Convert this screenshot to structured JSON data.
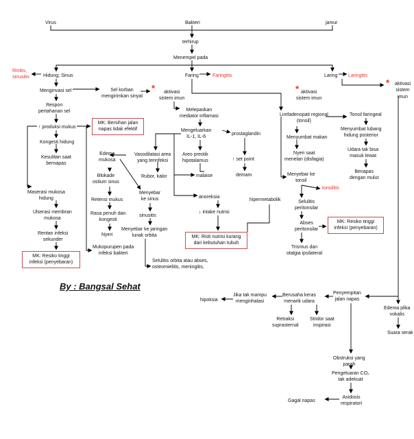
{
  "nodes": {
    "virus": "Virus",
    "bakteri": "Bakteri",
    "jamur": "jamur",
    "terhirup": "terhirup",
    "menempel": "Menempel pada",
    "rinitis": "Rinitis,\nsinusitis",
    "hidung": "Hidung; Sinus",
    "faring": "Faring",
    "faringitis": "Faringitis",
    "laring": "Laring",
    "laringitis": "Laringitis",
    "menginvasi": "Menginvasi sel",
    "sel_korban": "Sel korban\nmengirimkan  sinyal",
    "aktivasi1": "aktivasi\nsistem imun",
    "aktivasi2": "aktivasi\nsistem imun",
    "aktivasi3": "aktivasi\nsistem imun",
    "respon": "Respon\npertahanan sel",
    "produksi": "↑ produksi mukus",
    "mk_bersihan": "MK: Bersihan jalan\nnapas tidak efektif",
    "kongesti": "Kongesti hidung",
    "kesulitan": "Kesulitan saat\nbernapas",
    "maserasi": "Maserasi mukosa\nhidung",
    "ulserasi": "Ulserasi membran\nmukosa",
    "rentan": "Rentan infeksi\nsekunder",
    "mk_resiko1": "MK: Resiko tinggi\ninfeksi (penyebaran)",
    "mukopurupen": "Mukopurupen pada\ninfeksi bakteri",
    "melepaskan": "Melepaskan\nmediator inflamasi",
    "mengeluarkan": "Mengeluarkan\nIL-1, IL-6",
    "prostaglandin": "prostaglandin",
    "areo": "Areo preotik\nhipotalamus",
    "set_point": "↑ set point",
    "demam": "demam",
    "malaise": "malaise",
    "vasodilatasi": "Vasodilatasi area\nyang terinfeksi",
    "rubor": "Rubor, kalor",
    "edema_mukosa": "Edema\nmukosa",
    "blokade": "Blokade\nostium sinus",
    "retensi": "Retensi mukus",
    "rasa_penuh": "Rasa penuh dan\nkongesti",
    "nyeri1": "Nyeri",
    "menyebar_sinus": "Menyebar\nke sinus",
    "sinusitis": "sinusitis",
    "menyebar_jaringan": "Menyebar ke jaringan\nlunak orbita",
    "selulitis_orbita": "Selulitis orbita atau abses,\nosteomielitis, meningitis,",
    "anoreksia": "anoreksia",
    "intake": "↓ intake nutrisi",
    "hipermetabolik": "hipermetabolik",
    "mk_nutrisi": "MK: Risti nutrisi kurang\ndari kebutuhan tubuh",
    "limfadenopati": "Limfadenopati regional\n(tonsil)",
    "menyumbat_makan": "Menyumbat makan",
    "nyeri_menelan": "Nyeri  saat\nmenelan (disfagia)",
    "menyebar_tonsil": "Menyebar ke\ntonsil",
    "tonsilitis": "tonsilitis",
    "tonsil_faringeal": "Tonsil faringeal",
    "menyumbat_lubang": "Menyumbat lubang\nhidung posterior",
    "udara": "Udara tak bisa\nmasuk lewat",
    "bernapas_mulut": "Benapas\ndengan mulut",
    "selulitis_peri": "Selulitis\nperitonsilar",
    "abses": "Abses\nperitonsilar",
    "mk_resiko2": "MK: Resiko tinggi\ninfeksi (penyebaran)",
    "trismus": "Trismus dan\notalgia ipsilateral",
    "signature": "By : Bangsal Sehat",
    "penyempitan": "Penyempitan\njalan napas",
    "berusaha": "Berusaha keras\nmenarik udara",
    "jika": "Jika tak mampu\nmenginhalasi",
    "hipoksia": "hipoksia",
    "retraksi": "Retraksi\nsuprasternal",
    "stridor": "Stridor saat\ninspirasi",
    "edema_plika": "Edema plika\nvokalis",
    "suara_serak": "Suara serak",
    "obstruksi": "Obstruksi yang\nparah",
    "pengeluaran": "Pengeluaran CO₂\ntak adekuat",
    "asidosis": "Asidosis\nrespiratori",
    "gagal": "Gagal napas",
    "star": "*"
  },
  "colors": {
    "accent_red": "#e8322b",
    "box_border": "#c0504d",
    "line": "#000000"
  }
}
